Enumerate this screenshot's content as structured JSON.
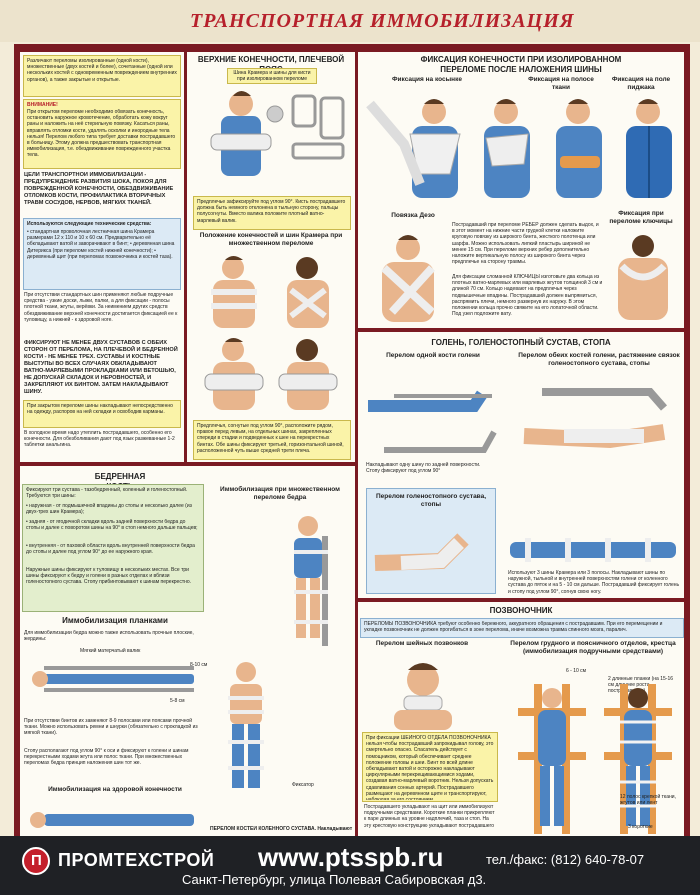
{
  "poster": {
    "title": "ТРАНСПОРТНАЯ ИММОБИЛИЗАЦИЯ",
    "intro": {
      "text": "Различают переломы изолированные (одной кости), множественные (двух костей и более), сочетанные (одной или нескольких костей с одновременным повреждением внутренних органов), а также закрытые и открытые.",
      "warning_head": "ВНИМАНИЕ!",
      "warning": "При открытом переломе необходимо обвязать конечность, остановить наружное кровотечение, обработать кожу вокруг раны и наложить на неё стерильную повязку. Касаться раны, вправлять отломки кости, удалять осколки и инородные тела нельзя! Перелом любого типа требует доставки пострадавшего в больницу. Этому должна предшествовать транспортная иммобилизация, т.е. обездвиживание поврежденного участка тела.",
      "goals": "ЦЕЛИ ТРАНСПОРТНОЙ ИММОБИЛИЗАЦИИ - ПРЕДУПРЕЖДЕНИЕ РАЗВИТИЯ ШОКА, ПОКОЯ ДЛЯ ПОВРЕЖДЕННОЙ КОНЕЧНОСТИ, ОБЕЗДВИЖИВАНИЕ ОТЛОМКОВ КОСТИ, ПРОФИЛАКТИКА ВТОРИЧНЫХ ТРАВМ СОСУДОВ, НЕРВОВ, МЯГКИХ ТКАНЕЙ.",
      "tools_head": "Используются следующие технические средства:",
      "tools": "• стандартная проволочная лестничная шина Крамера размерами 12 х 110 и 10 х 60 см. Предварительно её обкладывают ватой и заворачивают в бинт; • деревянная шина Дитерикса (при переломе костей нижней конечности); • деревянный щит (при переломах позвоночника и костей таза).",
      "improvised": "При отсутствии стандартных шин применяют любые подручные средства - узкие доски, лыжи, палки, а для фиксации - полосы плотной ткани, жгуты, верёвки. За неимением других средств обездвиживание верхней конечности достигается фиксацией ее к туловищу, а нижней - к здоровой ноге.",
      "rule_fix": "ФИКСИРУЮТ НЕ МЕНЕЕ ДВУХ СУСТАВОВ С ОБЕИХ СТОРОН ОТ ПЕРЕЛОМА, НА ПЛЕЧЕВОЙ И БЕДРЕННОЙ КОСТИ - НЕ МЕНЕЕ ТРЕХ. СУСТАВЫ И КОСТНЫЕ ВЫСТУПЫ ВО ВСЕХ СЛУЧАЯХ ОБКЛАДЫВАЮТ ВАТНО-МАРЛЕВЫМИ ПРОКЛАДКАМИ ИЛИ ВЕТОШЬЮ, НЕ ДОПУСКАЙ СКЛАДОК И НЕРОВНОСТЕЙ, И ЗАКРЕПЛЯЮТ ИХ БИНТОМ. ЗАТЕМ НАКЛАДЫВАЮТ ШИНУ.",
      "closed": "При закрытом переломе шины накладывают непосредственно на одежду, распоров на ней складки и освободив карманы.",
      "cold": "В холодное время надо утеплить пострадавшего, особенно его конечности. Для обезболивания дают под язык разжеванные 1-2 таблетки анальгина."
    },
    "upper": {
      "title": "ВЕРХНИЕ КОНЕЧНОСТИ, ПЛЕЧЕВОЙ ПОЯС",
      "kramer_note": "Шина Крамера и шины для кисти при изолированном переломе",
      "forearm_note": "Предплечье зафиксируйте под углом 90°. Кисть пострадавшего должна быть немного отклонена в тыльную сторону, пальцы полусогнуты. Вместо валика положите плотный ватно-марлевый валик.",
      "multi_title": "Положение конечностей и шин Крамера при множественном переломе",
      "multi_note": "Предплечья, согнутые под углом 90°, расположите рядом, правое перед левым, на отдельных шинах, закрепленных спереди в стадии и подведенных к шее на перекрестных бинтах. Обе шины фиксируют третьей, горизонтальной шиной, расположенной чуть выше средней трети плеча."
    },
    "isolated": {
      "title": "ФИКСАЦИЯ КОНЕЧНОСТИ ПРИ ИЗОЛИРОВАННОМ ПЕРЕЛОМЕ ПОСЛЕ НАЛОЖЕНИЯ ШИНЫ",
      "f1": "Фиксация на косынке",
      "f2": "Фиксация на полосе ткани",
      "f3": "Фиксация на поле пиджака",
      "deso": "Повязка Дезо",
      "clavicle": "Фиксация при переломе ключицы",
      "deso_note": "Пострадавший при переломе РЕБЕР должен сделать выдох, и в этот момент на нижние части грудной клетки наложите круговую повязку из широкого бинта, жесткого полотенца или шарфа. Можно использовать липкий пластырь шириной не менее 15 см. При переломе верхних ребер дополнительно наложите вертикальную полосу из широкого бинта через предплечье на сторону травмы.",
      "clav_note": "Для фиксации сломанной КЛЮЧИЦЫ изготовьте два кольца из плотных ватно-марлевых или марлевых жгутов толщиной 3 см и длиной 70 см. Кольцо надевают на предплечья через подмышечные впадины. Пострадавший должен выпрямиться, распрямить плечи, немного развернув их наружу. В этом положении кольца прочно свяжите на его лопаточной области. Под узел подложите вату."
    },
    "shin": {
      "title": "ГОЛЕНЬ, ГОЛЕНОСТОПНЫЙ СУСТАВ, СТОПА",
      "left": "Перелом одной кости голени",
      "right": "Перелом обеих костей голени, растяжение связок голеностопного сустава, стопы",
      "ankle": "Перелом голеностопного сустава, стопы",
      "note1": "Накладывают одну шину по задней поверхности. Стопу фиксируют под углом 90°",
      "note2": "Используют 3 шины Крамера или 3 полосы. Накладывают шины по наружной, тыльной и внутренней поверхностям голени от коленного сустава до пяток и на 5 - 10 см дальше. Пострадавший фиксирует голень и стопу под углом 90°, согнув свою ногу."
    },
    "femur": {
      "title": "БЕДРЕННАЯ КОСТЬ",
      "intro": "Фиксируют три сустава - тазобедренный, коленный и голеностопный. Требуются три шины:",
      "b1": "• наружная - от подмышечной впадины до стопы и несколько далее (из двух-трех шин Крамера);",
      "b2": "• задняя - от ягодичной складки вдоль задней поверхности бедра до стопы и далее с поворотом шины на 90° в стоп немного дальше пальцев;",
      "b3": "• внутренняя - от паховой области вдоль внутренней поверхности бедра до стопы и далее под углом 90° до ее наружного края.",
      "b4": "Наружные шины фиксируют к туловищу в нескольких местах. Все три шины фиксируют к бедру и голени в разных отделах и вблизи голеностопного сустава. Стопу прибинтовывают к шинам перекрестно.",
      "multi_title": "Иммобилизация при множественном переломе бедра",
      "planks": "Иммобилизация планками",
      "planks_note": "Для иммобилизации бедра можно также использовать прочные плоские, жердины:",
      "roller": "Мягкий матерчатый валик",
      "dim1": "8-10 см",
      "dim2": "5-8 см",
      "no_bandage": "При отсутствии бинтов их заменяют 8-9 полосами или поясами прочной ткани. Можно использовать ремни и шнурки (обязательно с прокладкой из мягкой ткани).",
      "foot_note": "Стопу располагают под углом 90° к оси и фиксируют к голени и шинам перекрестными ходами жгута или полос ткани. При множественных переломах бедра принцип наложения шин тот же.",
      "healthy": "Иммобилизация на здоровой конечности",
      "splint": "Фиксатор",
      "knee": "ПЕРЕЛОМ КОСТЕЙ КОЛЕННОГО СУСТАВА. Накладывают"
    },
    "spine": {
      "title": "ПОЗВОНОЧНИК",
      "note": "ПЕРЕЛОМЫ ПОЗВОНОЧНИКА требуют особенно бережного, аккуратного обращения с пострадавшим. При его перемещении и укладке позвоночник не должен прогибаться в зоне перелома, иначе возможна травма спинного мозга, паралич.",
      "cervical": "Перелом шейных позвонков",
      "thoracic": "Перелом грудного и поясничного отделов, крестца (иммобилизация подручными средствами)",
      "cervical_note": "При фиксации ШЕЙНОГО ОТДЕЛА ПОЗВОНОЧНИКА нельзя чтобы пострадавший запрокидывал голову, это смертельно опасно. Спасатель действует с помощником, который обеспечивает среднее положение головы и шеи. Бинт по всей длине обкладывают ватой и осторожно накладывают циркулярными перекрещивающимися ходами, создавая ватно-марлевый воротник. Нельзя допускать сдавливания сонных артерий. Пострадавшего размещают на деревянном щите и транспортируют, наблюдая за его состоянием.",
      "board_note": "Пострадавшего укладывают на щит или иммобилизуют подручными средствами. Короткие планки прикрепляют к паре длинных на уровне надплечий, таза и стоп. На эту крестовую конструкцию укладывают пострадавшего",
      "dim_top": "6 - 10 см",
      "long2": "2 длинные планки (на 15-16 см длиннее роста пострадавшего)",
      "short3": "3 короткие",
      "straps": "12 полос крепкой ткани, жгутов или лент"
    }
  },
  "footer": {
    "logo_letter": "П",
    "company": "ПРОМТЕХСТРОЙ",
    "website": "www.ptsspb.ru",
    "phone": "тел./факс: (812) 640-78-07",
    "address": "Санкт-Петербург, улица Полевая Сабировская д3."
  },
  "colors": {
    "accent": "#b6202b",
    "frame": "#7a1a22",
    "footer_bg": "#1f2125",
    "note_yellow": "#faf3a8",
    "note_blue": "#dceaf5",
    "note_green": "#e3eecd"
  }
}
